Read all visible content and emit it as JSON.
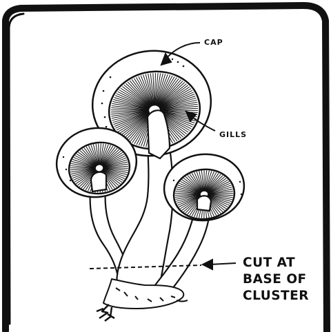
{
  "labels": {
    "cap": "CAP",
    "gills": "GILLS",
    "cut_line1": "CUT AT",
    "cut_line2": "BASE OF",
    "cut_line3": "CLUSTER"
  },
  "colors": {
    "ink": "#111111",
    "paper": "#ffffff"
  }
}
